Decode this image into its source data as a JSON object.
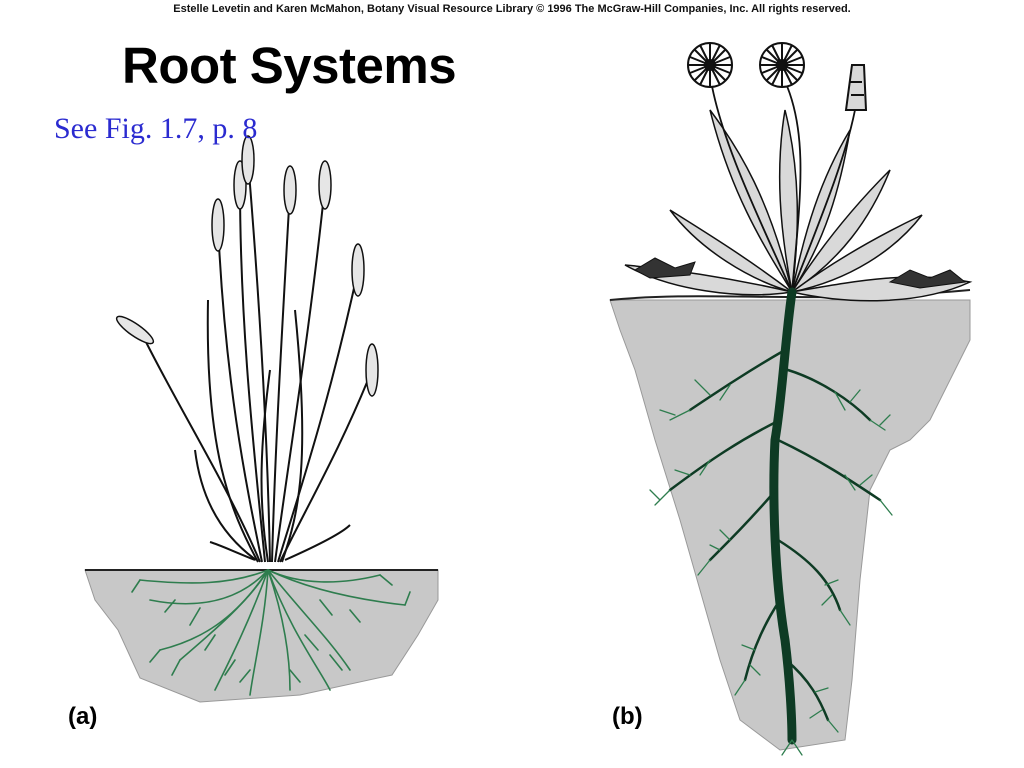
{
  "credit": "Estelle Levetin and Karen McMahon, Botany Visual Resource Library © 1996 The McGraw-Hill Companies, Inc. All rights reserved.",
  "title": "Root Systems",
  "reference": "See Fig. 1.7, p. 8",
  "panels": [
    {
      "label": "(a)",
      "depicts": "fibrous-root-system-grass"
    },
    {
      "label": "(b)",
      "depicts": "taproot-system-dandelion"
    }
  ],
  "colors": {
    "soil": "#c8c8c8",
    "root_fibrous": "#2e7d4e",
    "root_taproot": "#0e3b24",
    "leaf_fill": "#d9d9d9",
    "ink": "#111111",
    "reference_text": "#2b2bd0"
  }
}
